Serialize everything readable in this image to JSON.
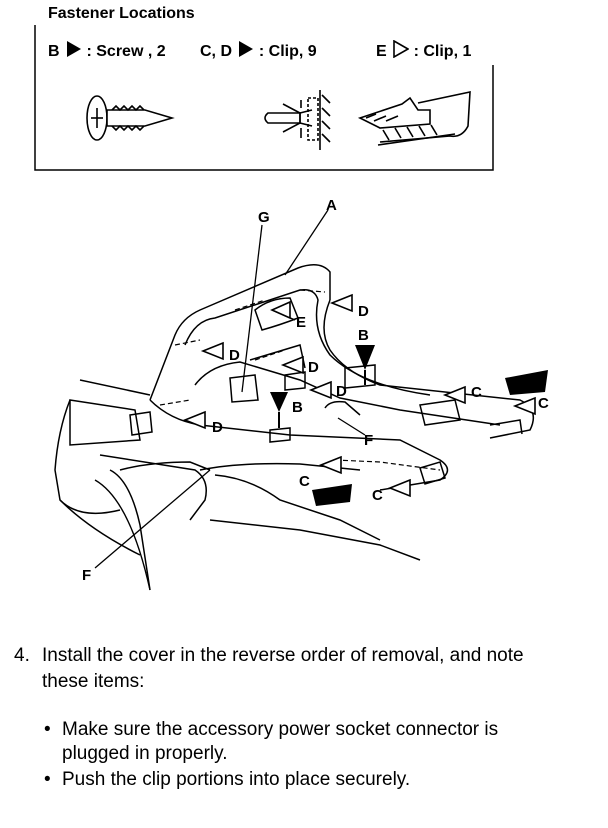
{
  "fastener": {
    "title": "Fastener Locations",
    "legend": [
      {
        "letters": "B",
        "marker": "filled-triangle",
        "desc": ": Screw , 2"
      },
      {
        "letters": "C, D",
        "marker": "filled-triangle",
        "desc": ": Clip, 9"
      },
      {
        "letters": "E",
        "marker": "hollow-triangle",
        "desc": ": Clip, 1"
      }
    ]
  },
  "callouts": {
    "A": "A",
    "B": "B",
    "C": "C",
    "D": "D",
    "E": "E",
    "F": "F",
    "G": "G"
  },
  "instructions": {
    "step_number": "4.",
    "step_text": "Install the cover in the reverse order of removal, and note these items:",
    "bullets": [
      "Make sure the accessory power socket connector is plugged in properly.",
      "Push the clip portions into place securely."
    ]
  }
}
